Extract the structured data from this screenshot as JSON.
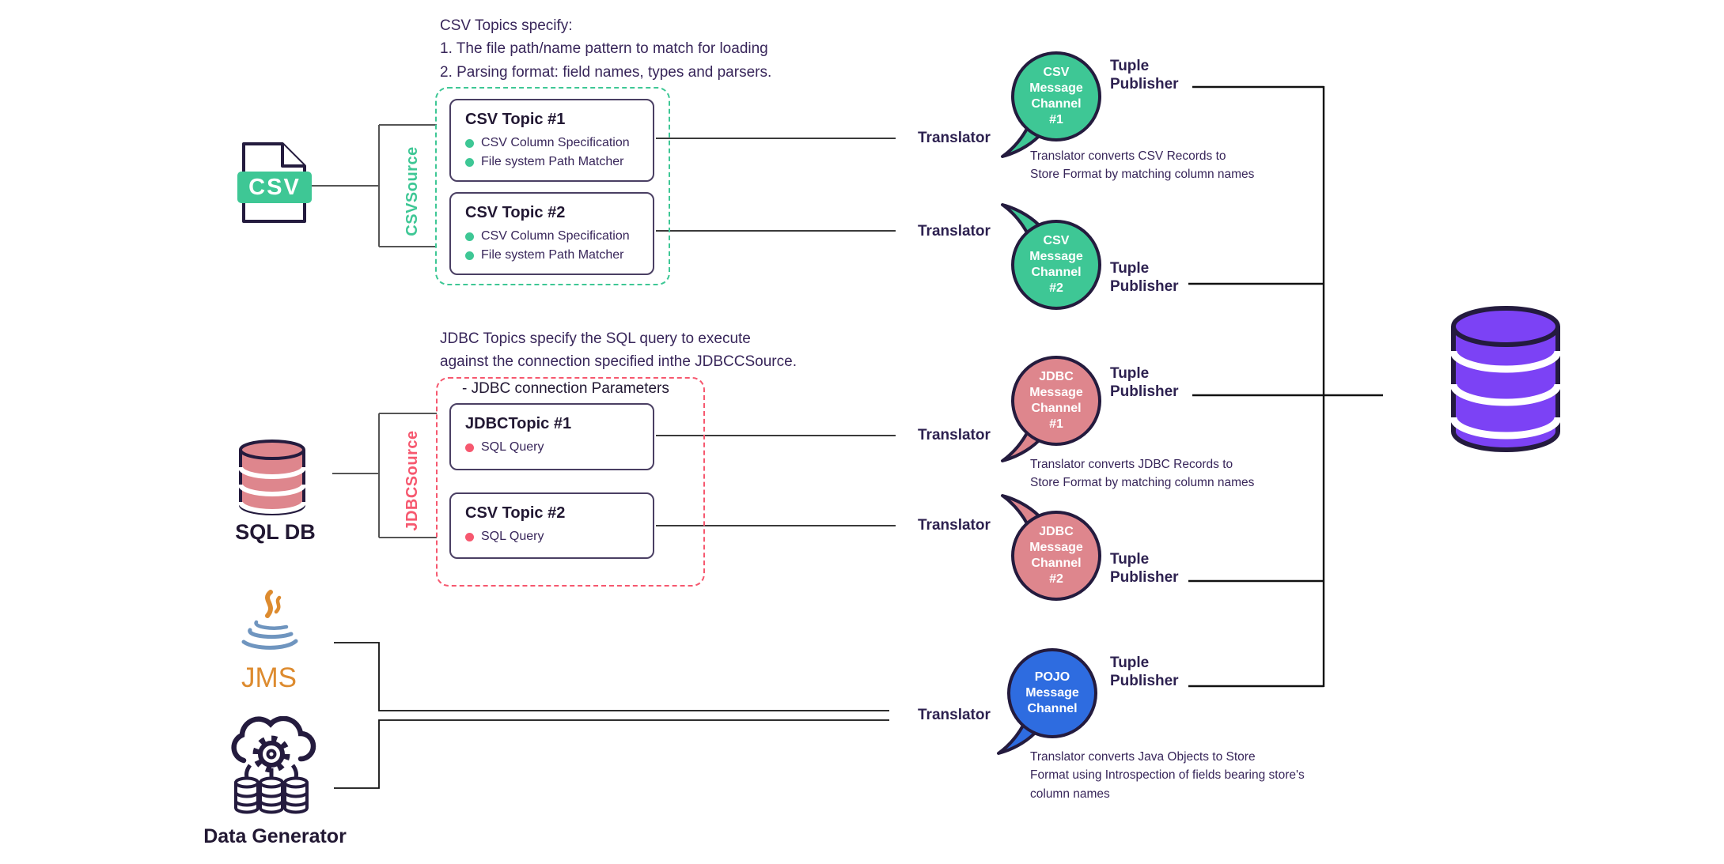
{
  "theme": {
    "dark": "#38265a",
    "ink": "#221833",
    "green": "#3ec795",
    "red": "#f6586f",
    "salmon": "#de868d",
    "blue": "#2e6ce0",
    "purple": "#7c42f5",
    "orange": "#dd8b2f",
    "java_blue": "#6f95bf",
    "outline": "#241b3e",
    "line_gray": "#4a4a4a",
    "line_black": "#111111"
  },
  "annotations": {
    "csv_note": "CSV Topics specify:\n1. The file path/name pattern to match for loading\n2. Parsing format: field names, types and parsers.",
    "jdbc_note": "JDBC Topics specify the SQL query to execute\nagainst the connection specified inthe JDBCCSource.",
    "jdbc_params_note": "- JDBC connection Parameters"
  },
  "labels": {
    "translator": "Translator",
    "tuple_publisher": "Tuple\nPublisher"
  },
  "sources": {
    "csv_file": {
      "label": "CSV"
    },
    "sql_db": {
      "label": "SQL DB"
    },
    "jms": {
      "label": "JMS"
    },
    "data_generator": {
      "label": "Data Generator"
    }
  },
  "csv_source": {
    "label": "CSVSource",
    "topics": [
      {
        "title": "CSV Topic #1",
        "items": [
          "CSV Column Specification",
          "File system Path Matcher"
        ]
      },
      {
        "title": "CSV Topic #2",
        "items": [
          "CSV Column Specification",
          "File system Path Matcher"
        ]
      }
    ]
  },
  "jdbc_source": {
    "label": "JDBCSource",
    "topics": [
      {
        "title": "JDBCTopic #1",
        "items": [
          "SQL Query"
        ]
      },
      {
        "title": "CSV Topic #2",
        "items": [
          "SQL Query"
        ]
      }
    ]
  },
  "channels": [
    {
      "name": "CSV\nMessage\nChannel\n#1",
      "caption": "Translator converts CSV Records to\nStore Format by matching column names"
    },
    {
      "name": "CSV\nMessage\nChannel\n#2"
    },
    {
      "name": "JDBC\nMessage\nChannel\n#1",
      "caption": "Translator converts JDBC Records to\nStore Format by matching column names"
    },
    {
      "name": "JDBC\nMessage\nChannel\n#2"
    },
    {
      "name": "POJO\nMessage\nChannel",
      "caption": "Translator converts Java Objects to Store\nFormat using Introspection of fields bearing store's\ncolumn names"
    }
  ]
}
